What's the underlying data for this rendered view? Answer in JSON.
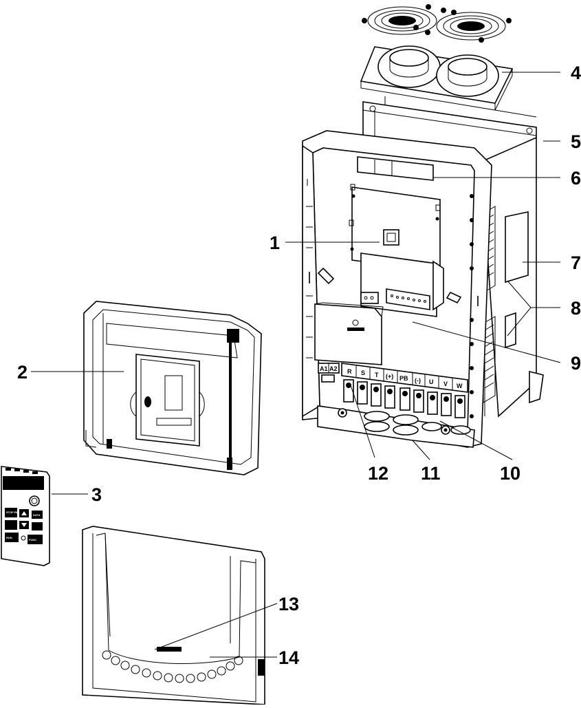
{
  "callouts": {
    "c1": "1",
    "c2": "2",
    "c3": "3",
    "c4": "4",
    "c5": "5",
    "c6": "6",
    "c7": "7",
    "c8": "8",
    "c9": "9",
    "c10": "10",
    "c11": "11",
    "c12": "12",
    "c13": "13",
    "c14": "14"
  },
  "terminals": {
    "a1": "A1",
    "a2": "A2",
    "r": "R",
    "s": "S",
    "t": "T",
    "plus": "(+)",
    "pb": "PB",
    "minus": "(-)",
    "u": "U",
    "v": "V",
    "w": "W"
  },
  "keypad": {
    "stop_reset": "STOP RESET",
    "data": "DATA",
    "func": "FUNC",
    "run": "RUN"
  }
}
